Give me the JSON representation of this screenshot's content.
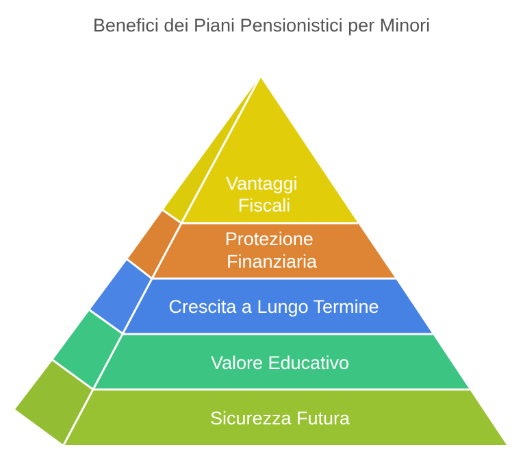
{
  "title": "Benefici dei Piani Pensionistici per Minori",
  "levels": [
    {
      "lines": [
        "Vantaggi",
        "Fiscali"
      ],
      "color": "#E2CD0A",
      "side_color": "#DCCB0B"
    },
    {
      "lines": [
        "Protezione",
        "Finanziaria"
      ],
      "color": "#DE8535",
      "side_color": "#DC8333"
    },
    {
      "lines": [
        "Crescita a Lungo Termine"
      ],
      "color": "#4682E4",
      "side_color": "#4A85E6"
    },
    {
      "lines": [
        "Valore Educativo"
      ],
      "color": "#3CC482",
      "side_color": "#3DC683"
    },
    {
      "lines": [
        "Sicurezza Futura"
      ],
      "color": "#98C232",
      "side_color": "#93BE34"
    }
  ]
}
